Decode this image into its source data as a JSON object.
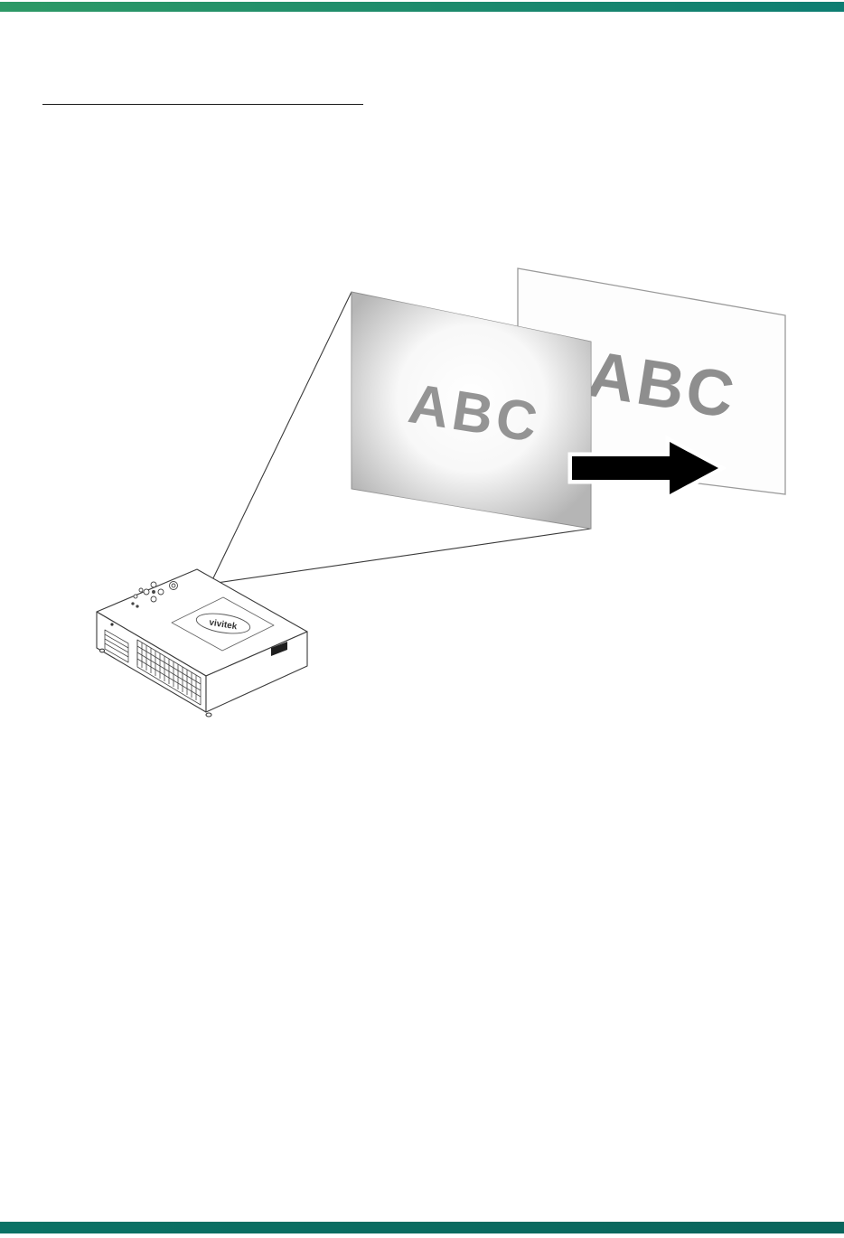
{
  "page": {
    "type": "projector-manual-page",
    "background": "#ffffff",
    "top_bar_colors": [
      "#2d9966",
      "#0d7d72"
    ],
    "bottom_bar_color": "#0a6b60"
  },
  "diagram": {
    "description": "projector-shifting-image-horizontally",
    "projected_image_label": "ABC",
    "screen_label": "ABC",
    "projector_logo": "vivitek",
    "arrow_icon": "shift-right-arrow",
    "projected_image_color": "#b5b5b5",
    "projected_label_color": "#949494",
    "screen_label_color": "#8e8e8e",
    "arrow_color": "#000000"
  }
}
